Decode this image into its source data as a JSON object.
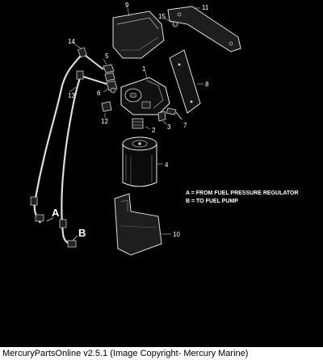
{
  "callouts": {
    "n1": "1",
    "n2": "2",
    "n3": "3",
    "n4": "4",
    "n5": "5",
    "n6": "6",
    "n7": "7",
    "n8": "8",
    "n9": "9",
    "n10": "10",
    "n11": "11",
    "n12": "12",
    "n13": "13",
    "n14": "14",
    "n15": "15"
  },
  "hose_labels": {
    "a": "A",
    "b": "B"
  },
  "legend": {
    "a": "A  =  FROM FUEL PRESSURE REGULATOR",
    "b": "B  =  TO FUEL PUMP"
  },
  "caption": "MercuryPartsOnline v2.5.1 (Image Copyright- Mercury Marine)"
}
